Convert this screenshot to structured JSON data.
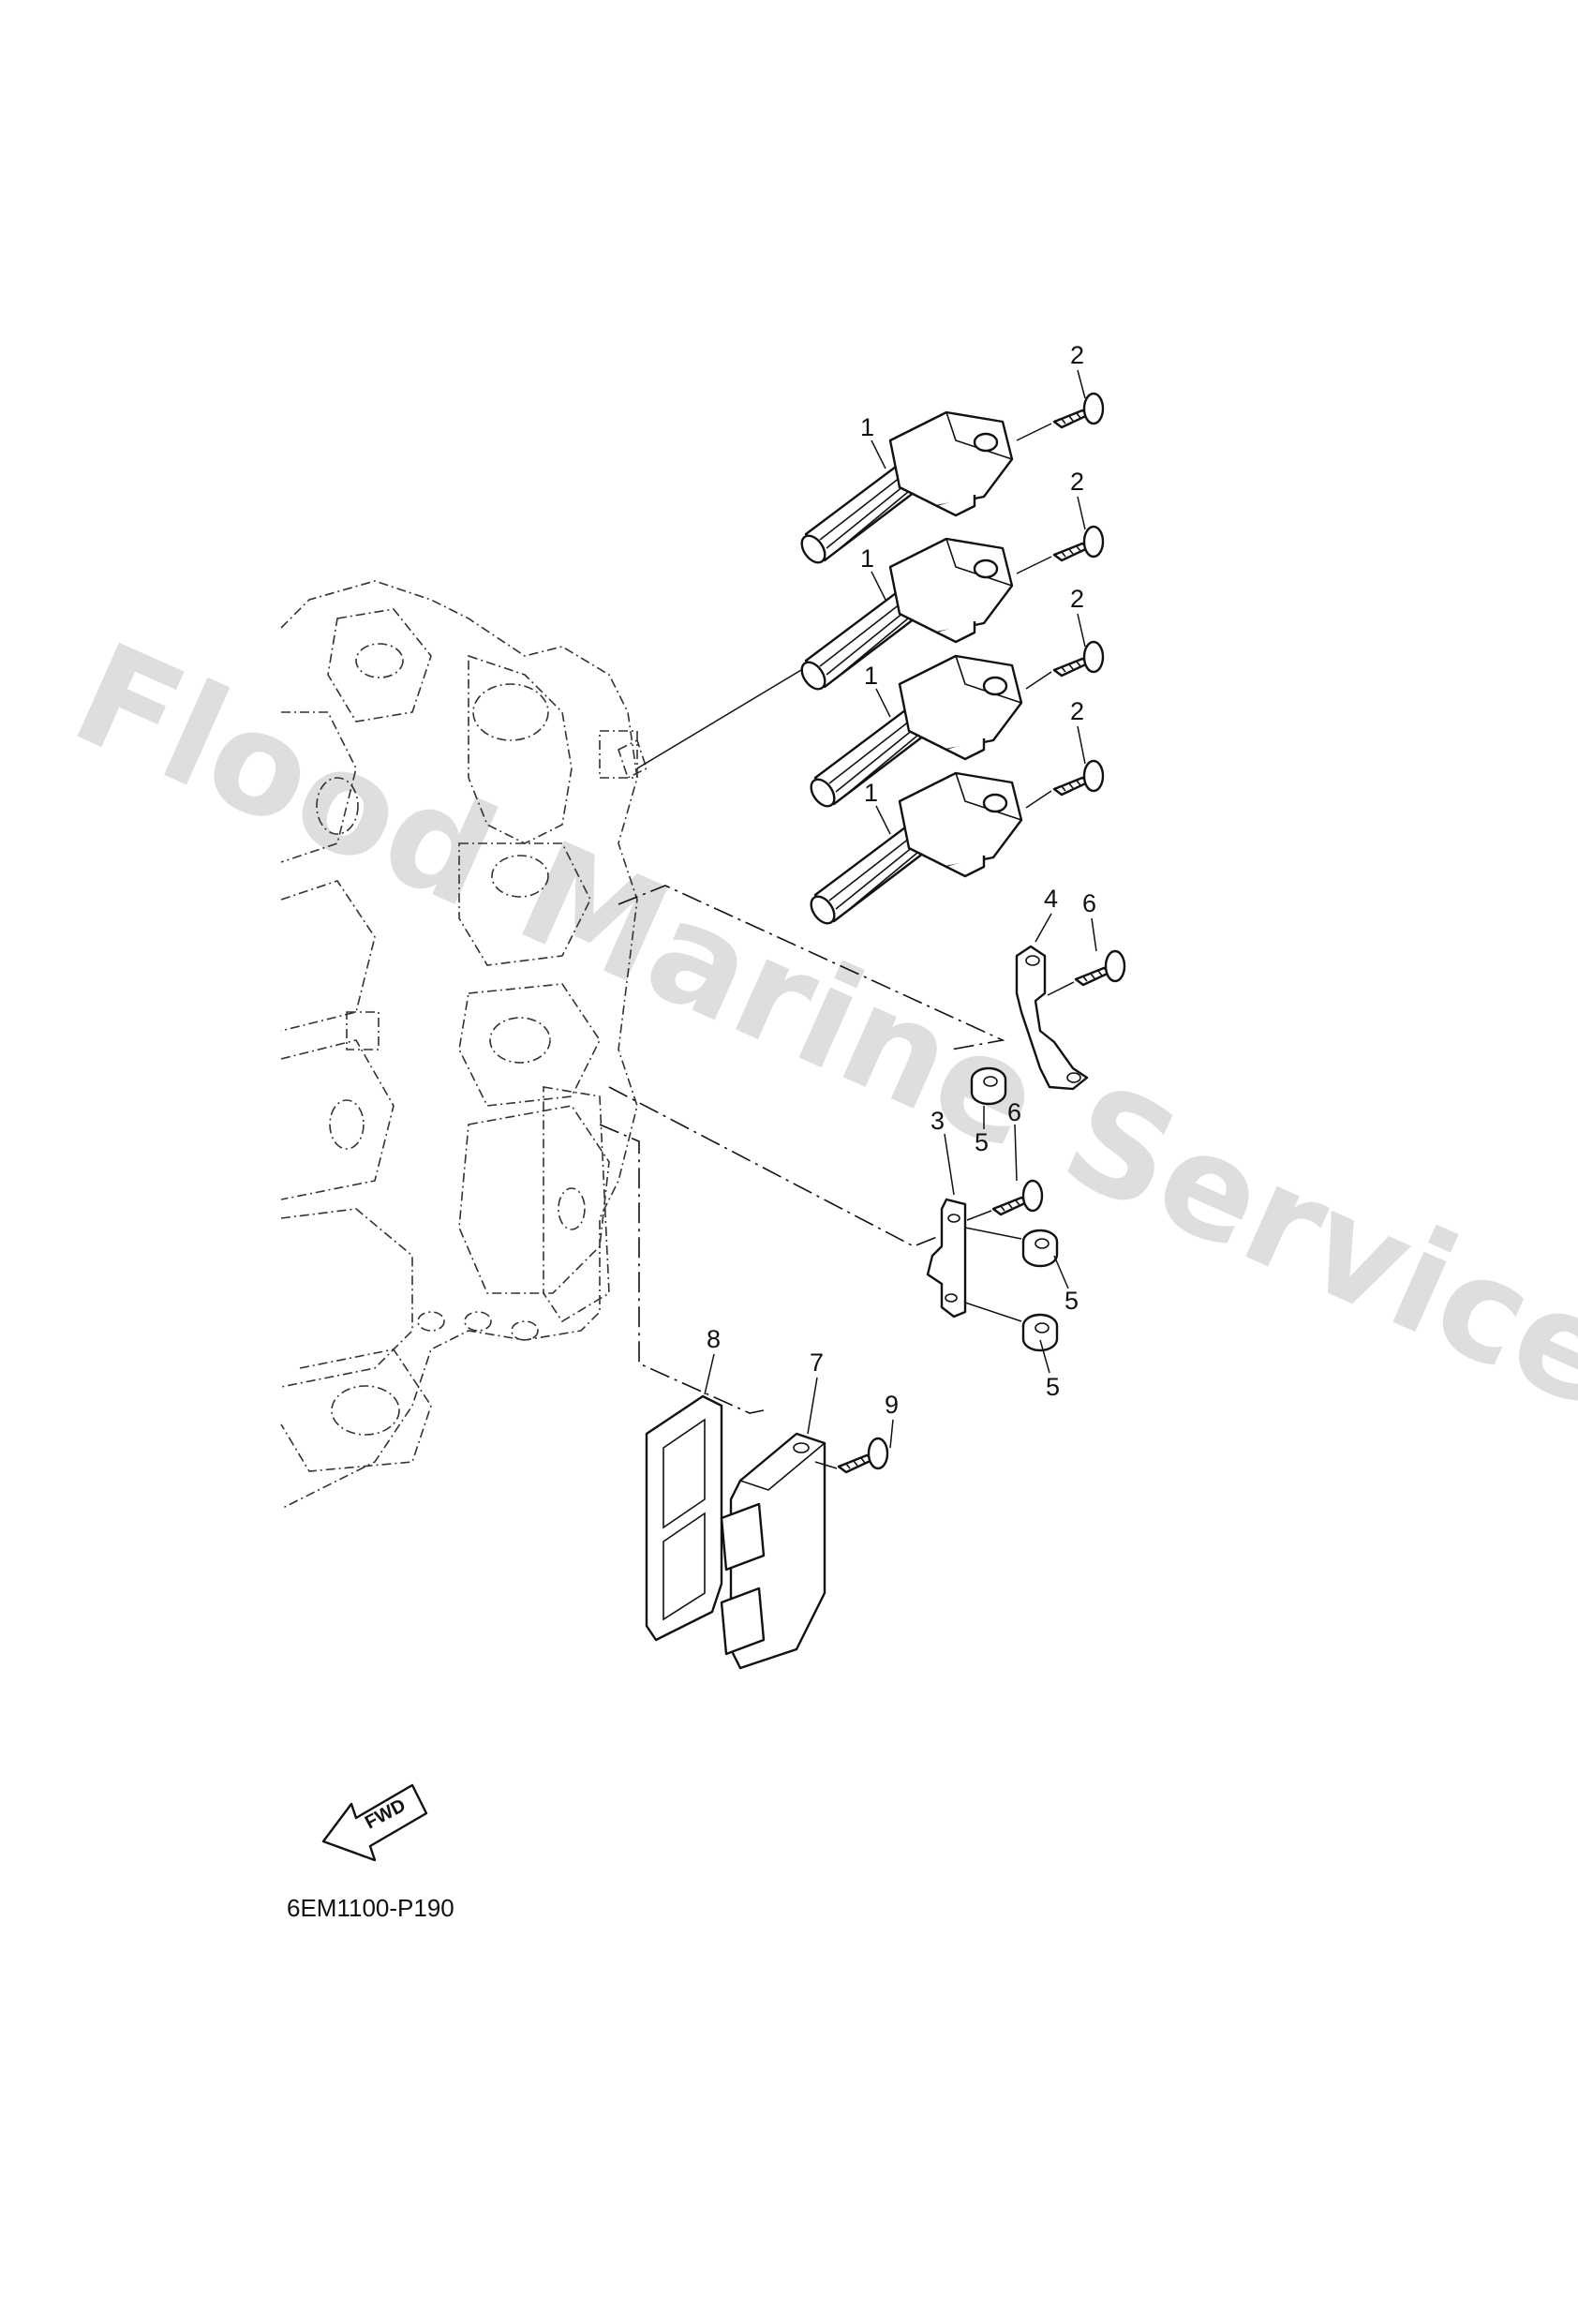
{
  "watermark": "Flood Marine Services",
  "diagram_code": "6EM1100-P190",
  "fwd_label": "FWD",
  "callouts": {
    "c1a": "1",
    "c1b": "1",
    "c1c": "1",
    "c1d": "1",
    "c2a": "2",
    "c2b": "2",
    "c2c": "2",
    "c2d": "2",
    "c3": "3",
    "c4": "4",
    "c5a": "5",
    "c5b": "5",
    "c5c": "5",
    "c6a": "6",
    "c6b": "6",
    "c7": "7",
    "c8": "8",
    "c9": "9"
  },
  "icons": {
    "fwd": "fwd-arrow-icon"
  }
}
